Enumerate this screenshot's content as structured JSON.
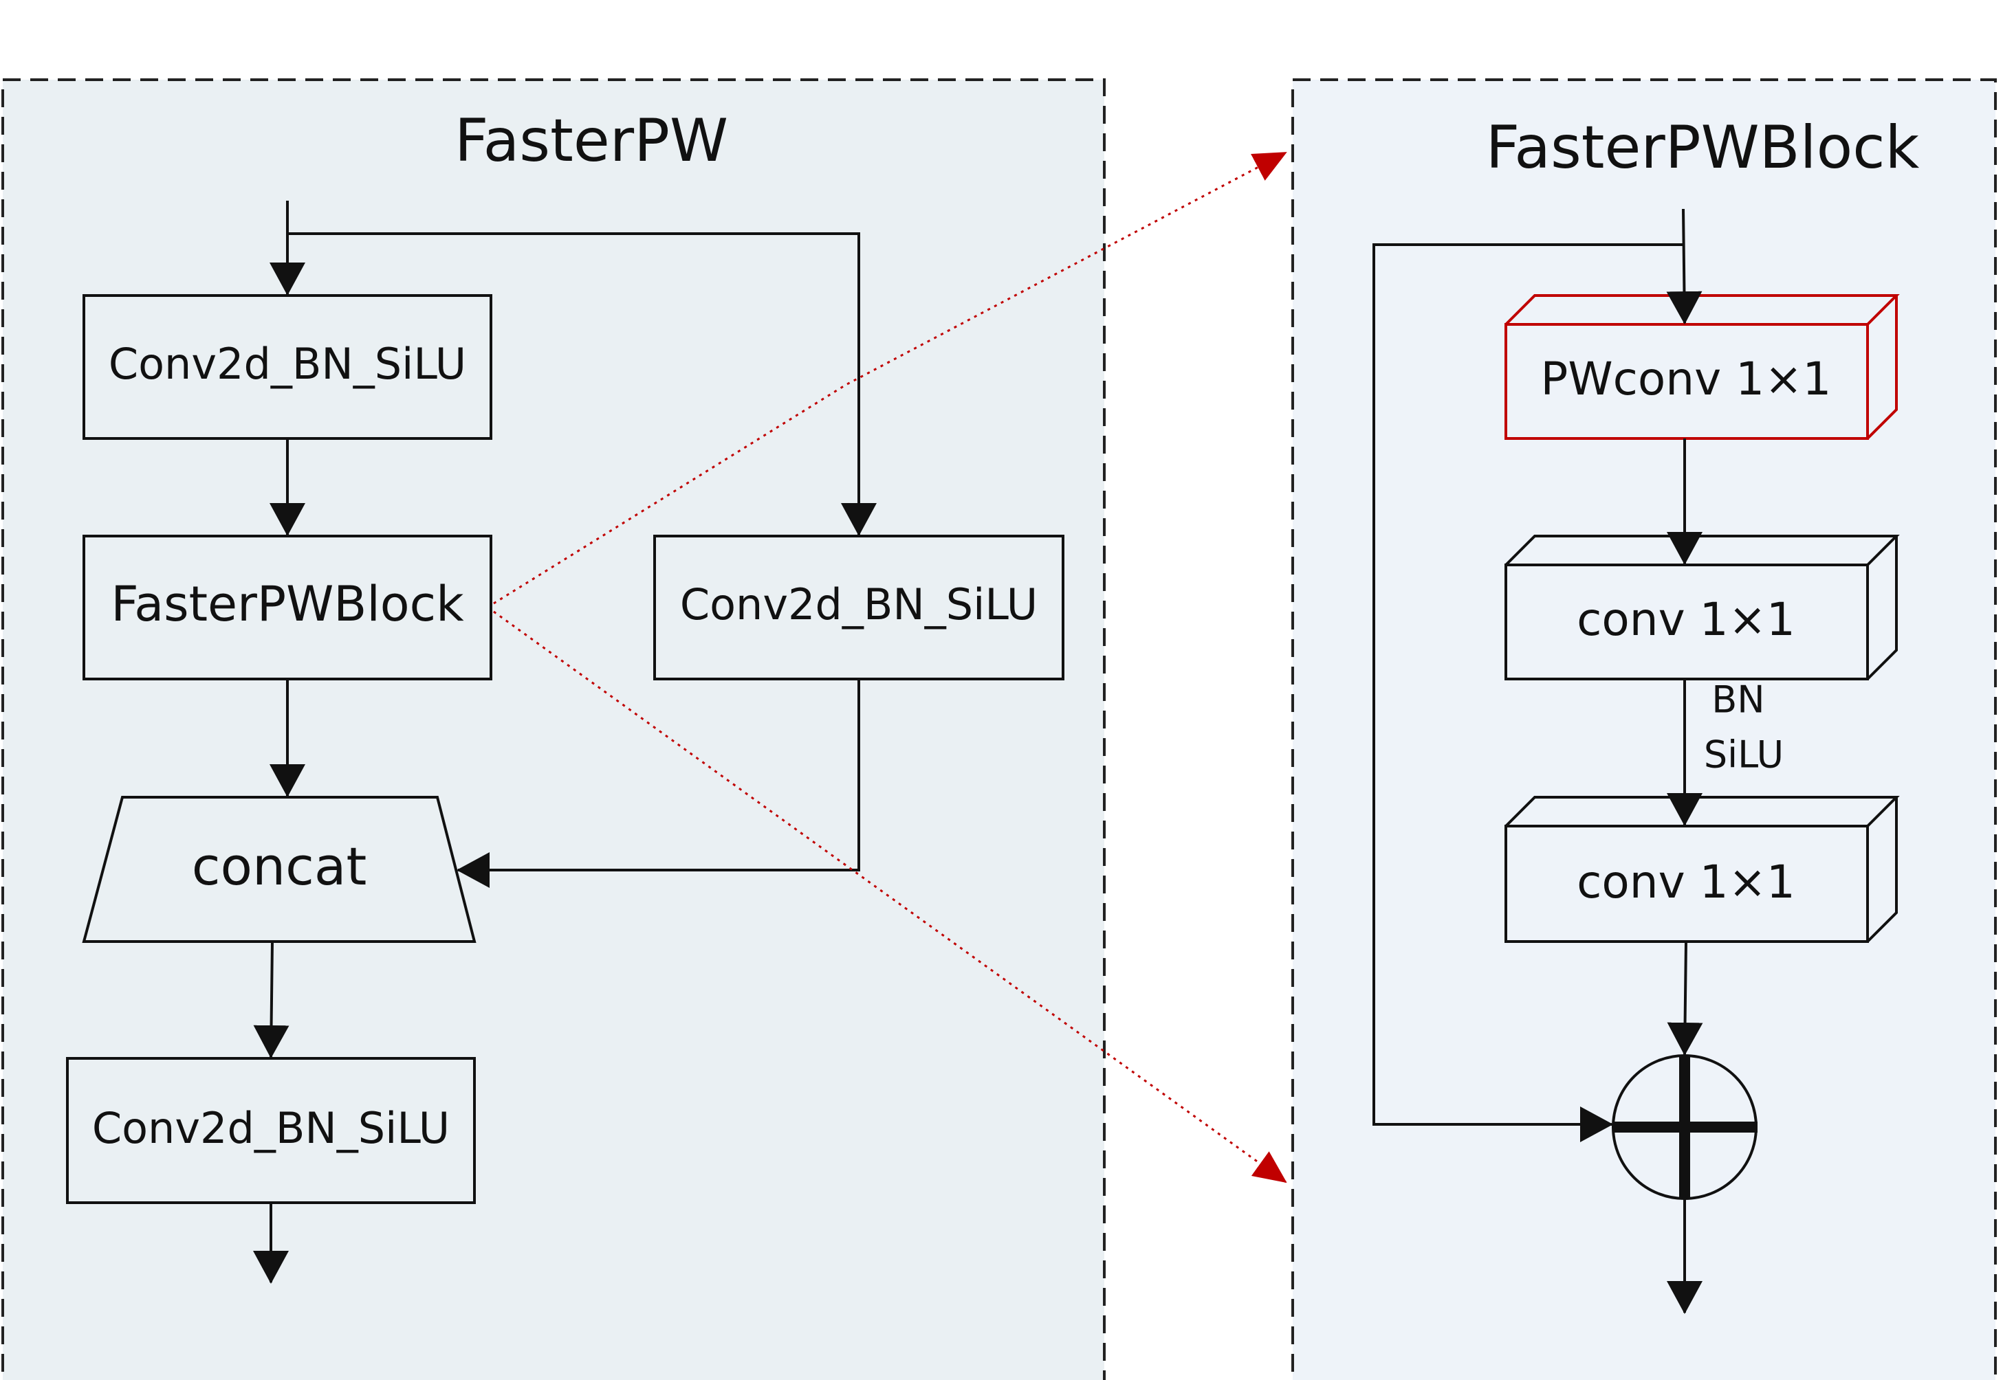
{
  "colors": {
    "left_panel_fill": "#eaf0f3",
    "right_panel_fill": "#eef3f9",
    "line": "#111111",
    "accent": "#c00000"
  },
  "left_panel": {
    "title": "FasterPW",
    "conv_top": "Conv2d_BN_SiLU",
    "block": "FasterPWBlock",
    "conv_side": "Conv2d_BN_SiLU",
    "concat": "concat",
    "conv_bottom": "Conv2d_BN_SiLU"
  },
  "right_panel": {
    "title": "FasterPWBlock",
    "pwconv": "PWconv 1×1",
    "conv1": "conv 1×1",
    "bn": "BN",
    "silu": "SiLU",
    "conv2": "conv 1×1",
    "add_icon": "plus-circle-icon"
  }
}
